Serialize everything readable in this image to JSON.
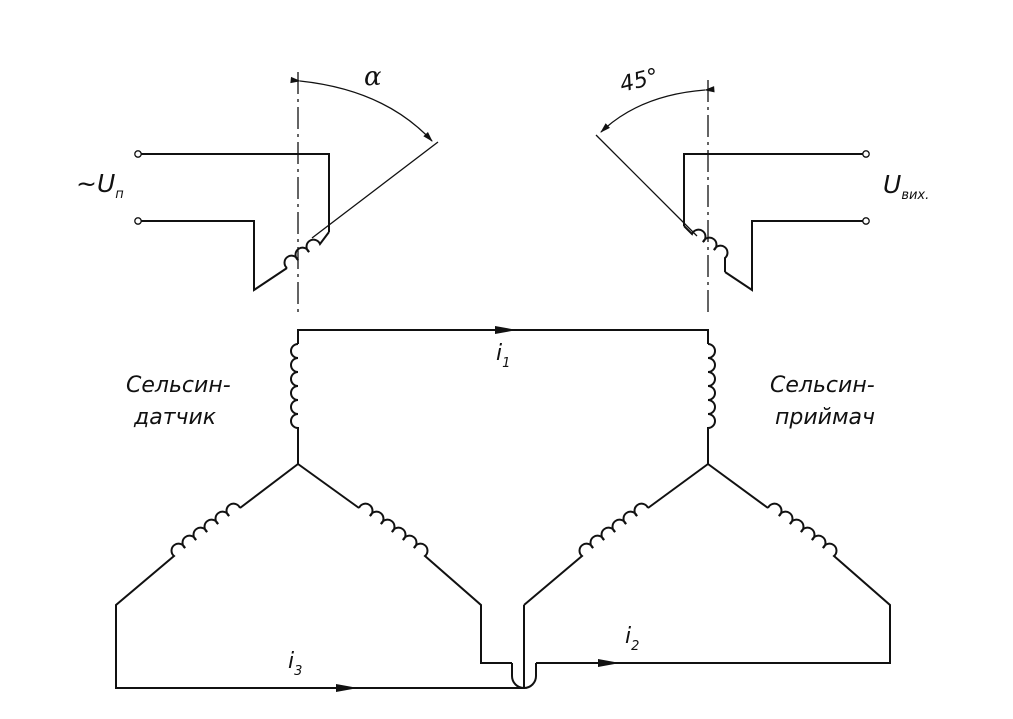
{
  "supply_label": {
    "prefix": "~U",
    "sub": "п"
  },
  "output_label": {
    "main": "U",
    "sub": "вих."
  },
  "angle_left": "α",
  "angle_right": "45°",
  "sensor_label": {
    "line1": "Сельсин-",
    "line2": "датчик"
  },
  "receiver_label": {
    "line1": "Сельсин-",
    "line2": "приймач"
  },
  "currents": [
    {
      "main": "i",
      "sub": "1"
    },
    {
      "main": "i",
      "sub": "2"
    },
    {
      "main": "i",
      "sub": "3"
    }
  ]
}
